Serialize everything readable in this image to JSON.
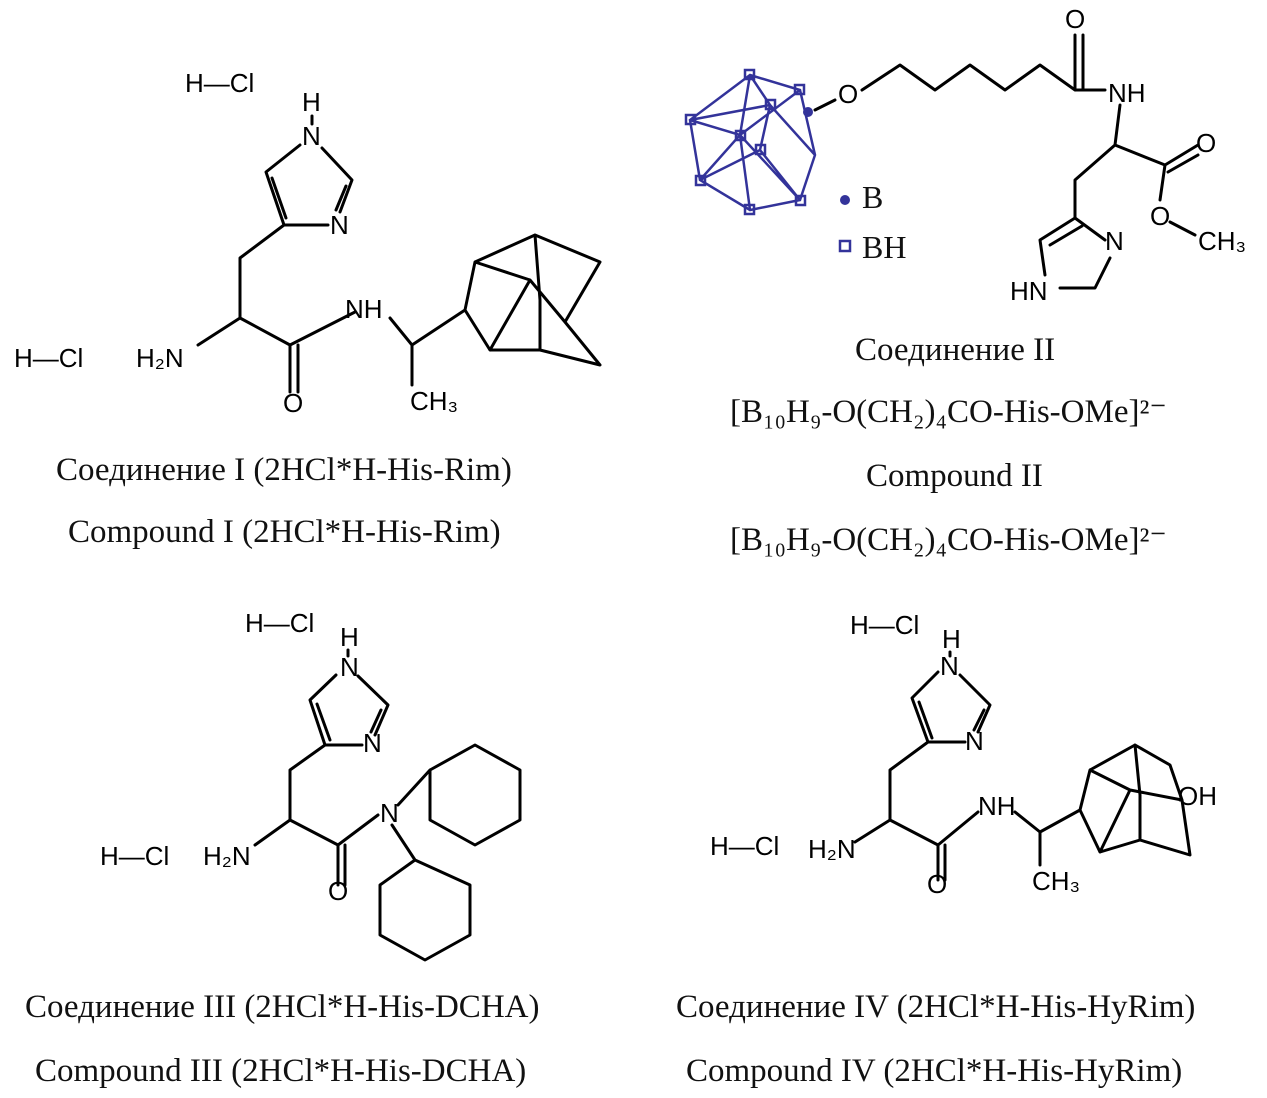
{
  "compound_1": {
    "hcl_top": "H—Cl",
    "hcl_left": "H—Cl",
    "atoms": {
      "h": "H",
      "n1": "N",
      "n2": "N",
      "h2n": "H₂N",
      "nh": "NH",
      "o": "O",
      "ch3": "CH₃"
    },
    "caption_ru": "Соединение I (2HCl*H-His-Rim)",
    "caption_en": "Compound I (2HCl*H-His-Rim)"
  },
  "compound_2": {
    "atoms": {
      "o_ether": "O",
      "o_carbonyl": "O",
      "nh": "NH",
      "o_ester": "O",
      "o_methoxy": "O",
      "ch3": "CH₃",
      "hn": "HN",
      "n": "N"
    },
    "legend": {
      "b": "B",
      "bh": "BH"
    },
    "cluster_color": "#33339a",
    "caption_ru": "Соединение II",
    "formula_ru": "[B₁₀H₉-O(CH₂)₄CO-His-OMe]²⁻",
    "caption_en": "Compound II",
    "formula_en": "[B₁₀H₉-O(CH₂)₄CO-His-OMe]²⁻"
  },
  "compound_3": {
    "hcl_top": "H—Cl",
    "hcl_left": "H—Cl",
    "atoms": {
      "h": "H",
      "n1": "N",
      "n2": "N",
      "h2n": "H₂N",
      "n_amide": "N",
      "o": "O"
    },
    "caption_ru": "Соединение III (2HCl*H-His-DCHA)",
    "caption_en": "Compound III (2HCl*H-His-DCHA)"
  },
  "compound_4": {
    "hcl_top": "H—Cl",
    "hcl_left": "H—Cl",
    "atoms": {
      "h": "H",
      "n1": "N",
      "n2": "N",
      "h2n": "H₂N",
      "nh": "NH",
      "o": "O",
      "ch3": "CH₃",
      "oh": "OH"
    },
    "caption_ru": "Соединение IV (2HCl*H-His-HyRim)",
    "caption_en": "Compound IV (2HCl*H-His-HyRim)"
  }
}
